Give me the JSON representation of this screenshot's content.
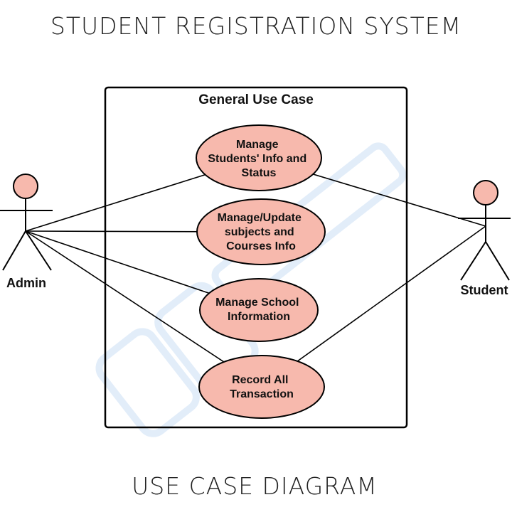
{
  "title": "STUDENT REGISTRATION SYSTEM",
  "footer": "USE CASE DIAGRAM",
  "boundary": {
    "label": "General Use Case"
  },
  "actors": {
    "admin": {
      "label": "Admin"
    },
    "student": {
      "label": "Student"
    }
  },
  "use_cases": [
    {
      "id": "uc1",
      "lines": [
        "Manage",
        "Students' Info and",
        "Status"
      ]
    },
    {
      "id": "uc2",
      "lines": [
        "Manage/Update",
        "subjects and",
        "Courses Info"
      ]
    },
    {
      "id": "uc3",
      "lines": [
        "Manage School",
        "Information"
      ]
    },
    {
      "id": "uc4",
      "lines": [
        "Record All",
        "Transaction"
      ]
    }
  ],
  "associations": [
    {
      "from": "admin",
      "to": "uc1"
    },
    {
      "from": "admin",
      "to": "uc2"
    },
    {
      "from": "admin",
      "to": "uc3"
    },
    {
      "from": "admin",
      "to": "uc4"
    },
    {
      "from": "student",
      "to": "uc1"
    },
    {
      "from": "student",
      "to": "uc4"
    }
  ],
  "colors": {
    "usecase_fill": "#f7b9ad",
    "actor_head_fill": "#f7b9ad",
    "stroke": "#000000",
    "watermark": "#d6e6f7"
  }
}
